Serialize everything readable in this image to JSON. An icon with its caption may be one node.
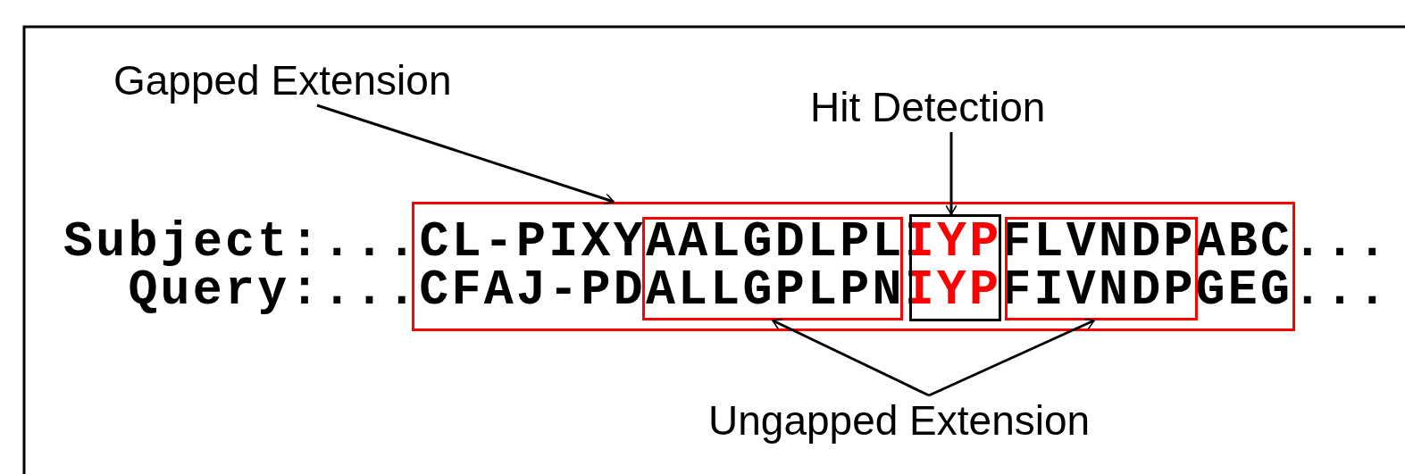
{
  "diagram": {
    "nodes": [
      {
        "text": [
          "Gapped Extension"
        ]
      },
      {
        "text": [
          "Hit Detection"
        ]
      },
      {
        "text": [],
        "shape": "box"
      },
      {
        "text": [],
        "shape": "box",
        "in": 2
      },
      {
        "text": [],
        "shape": "box",
        "in": 2
      },
      {
        "text": [],
        "shape": "box",
        "in": 2
      },
      {
        "text": [
          "Ungapped Extension"
        ]
      }
    ],
    "edges": [
      {
        "from": 0,
        "to": 2,
        "arrow": "to"
      },
      {
        "from": 1,
        "to": 4,
        "arrow": "to"
      },
      {
        "from": 6,
        "to": 3,
        "arrow": "to"
      },
      {
        "from": 6,
        "to": 5,
        "arrow": "to"
      }
    ],
    "labels": [
      "Subject:...CL-PIXYAALGDLPLIYPFLVNDPABC...",
      "Query:...CFAJ-PDALLGPLPNIYPFIVNDPGEG..."
    ]
  }
}
